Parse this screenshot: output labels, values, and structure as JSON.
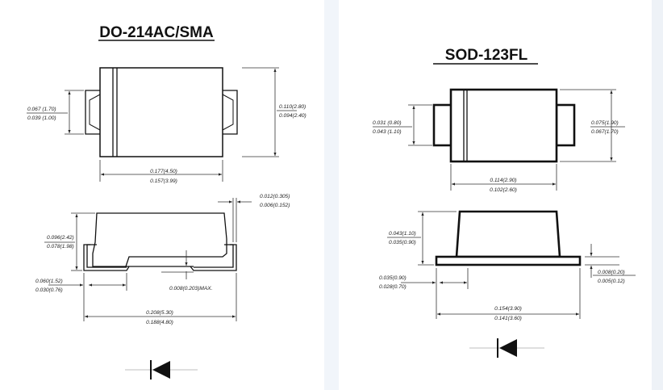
{
  "left": {
    "title": "DO-214AC/SMA",
    "dims": {
      "lead_w_max": "0.067 (1.70)",
      "lead_w_min": "0.039 (1.00)",
      "body_h_max": "0.110(2.80)",
      "body_h_min": "0.094(2.40)",
      "body_len_max": "0.177(4.50)",
      "body_len_min": "0.157(3.99)",
      "lead_t_max": "0.012(0.305)",
      "lead_t_min": "0.006(0.152)",
      "height_max": "0.096(2.42)",
      "height_min": "0.078(1.98)",
      "foot_max": "0.060(1.52)",
      "foot_min": "0.030(0.76)",
      "standoff": "0.008(0.203)MAX.",
      "overall_max": "0.208(5.30)",
      "overall_min": "0.188(4.80)"
    }
  },
  "right": {
    "title": "SOD-123FL",
    "dims": {
      "lead_w_max": "0.031 (0.80)",
      "lead_w_min": "0.043 (1.10)",
      "body_h_max": "0.075(1.90)",
      "body_h_min": "0.067(1.70)",
      "body_len_max": "0.114(2.90)",
      "body_len_min": "0.102(2.60)",
      "height_max": "0.043(1.10)",
      "height_min": "0.035(0.90)",
      "foot_max": "0.035(0.90)",
      "foot_min": "0.028(0.70)",
      "lead_t_max": "0.008(0.20)",
      "lead_t_min": "0.005(0.12)",
      "overall_max": "0.154(3.90)",
      "overall_min": "0.141(3.60)"
    }
  },
  "colors": {
    "background": "#ffffff",
    "gap": "#f1f5fa",
    "line": "#111111",
    "dim_line": "#333333"
  },
  "icons": [
    "diode-symbol-icon",
    "diode-symbol-icon"
  ]
}
